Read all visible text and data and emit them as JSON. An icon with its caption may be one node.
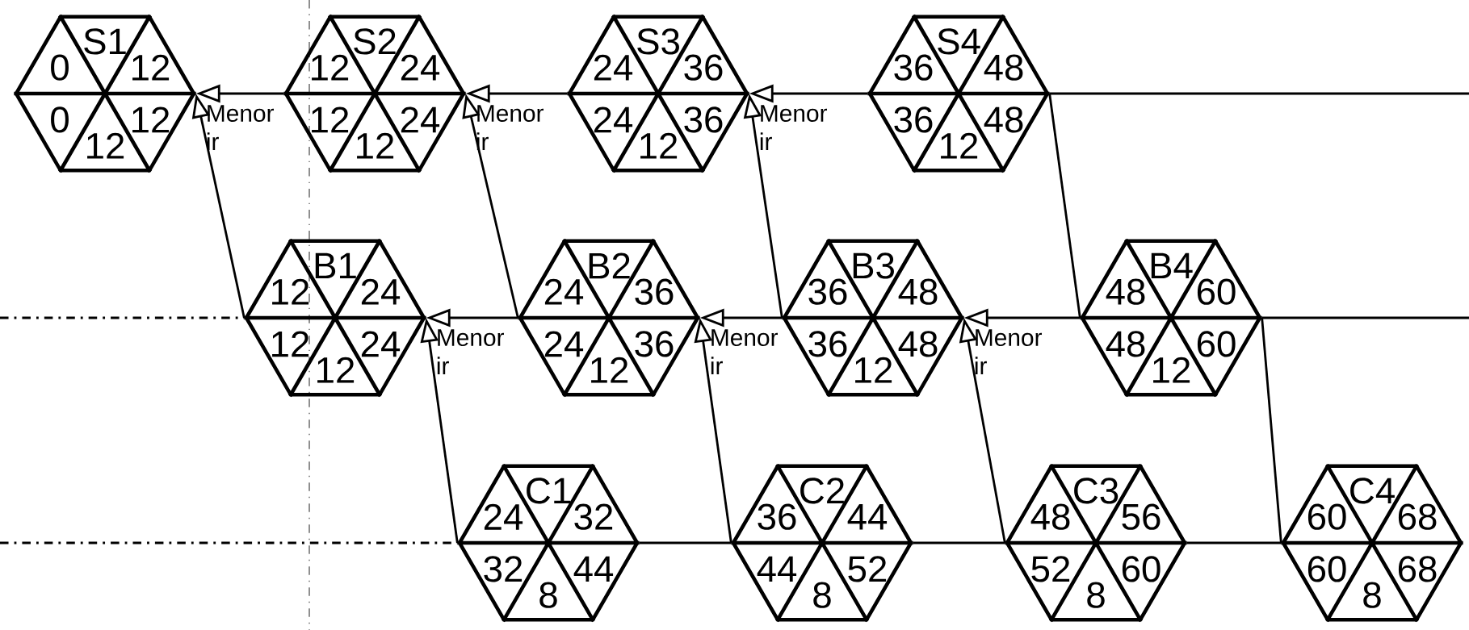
{
  "diagram": {
    "nodes": [
      {
        "text": [
          "0",
          "S1",
          "12",
          "0",
          "12",
          "12"
        ]
      },
      {
        "text": [
          "12",
          "S2",
          "24",
          "12",
          "12",
          "24"
        ]
      },
      {
        "text": [
          "24",
          "S3",
          "36",
          "24",
          "12",
          "36"
        ]
      },
      {
        "text": [
          "36",
          "S4",
          "48",
          "36",
          "12",
          "48"
        ]
      },
      {
        "text": [
          "12",
          "B1",
          "24",
          "12",
          "12",
          "24"
        ]
      },
      {
        "text": [
          "24",
          "B2",
          "36",
          "24",
          "12",
          "36"
        ]
      },
      {
        "text": [
          "36",
          "B3",
          "48",
          "36",
          "12",
          "48"
        ]
      },
      {
        "text": [
          "48",
          "B4",
          "60",
          "48",
          "12",
          "60"
        ]
      },
      {
        "text": [
          "24",
          "C1",
          "32",
          "32",
          "8",
          "44"
        ]
      },
      {
        "text": [
          "36",
          "C2",
          "44",
          "44",
          "8",
          "52"
        ]
      },
      {
        "text": [
          "48",
          "C3",
          "56",
          "52",
          "8",
          "60"
        ]
      },
      {
        "text": [
          "60",
          "C4",
          "68",
          "60",
          "8",
          "68"
        ]
      }
    ],
    "edges": [
      {
        "from": 1,
        "to": 0,
        "arrow": "to"
      },
      {
        "from": 2,
        "to": 1,
        "arrow": "to"
      },
      {
        "from": 3,
        "to": 2,
        "arrow": "to"
      },
      {
        "from": 3,
        "to": null,
        "arrow": "none"
      },
      {
        "from": 4,
        "to": 0,
        "arrow": "to",
        "label": "Menor ir"
      },
      {
        "from": 5,
        "to": 1,
        "arrow": "to",
        "label": "Menor ir"
      },
      {
        "from": 6,
        "to": 2,
        "arrow": "to",
        "label": "Menor ir"
      },
      {
        "from": 7,
        "to": 3,
        "arrow": "none"
      },
      {
        "from": null,
        "to": 4,
        "arrow": "none",
        "style": "dashed"
      },
      {
        "from": 5,
        "to": 4,
        "arrow": "to"
      },
      {
        "from": 6,
        "to": 5,
        "arrow": "to"
      },
      {
        "from": 7,
        "to": 6,
        "arrow": "to"
      },
      {
        "from": 7,
        "to": null,
        "arrow": "none"
      },
      {
        "from": 8,
        "to": 4,
        "arrow": "to",
        "label": "Menor ir"
      },
      {
        "from": 9,
        "to": 5,
        "arrow": "to",
        "label": "Menor ir"
      },
      {
        "from": 10,
        "to": 6,
        "arrow": "to",
        "label": "Menor ir"
      },
      {
        "from": 11,
        "to": 7,
        "arrow": "none"
      },
      {
        "from": null,
        "to": 8,
        "arrow": "none",
        "style": "dashed"
      },
      {
        "from": 8,
        "to": 9,
        "arrow": "none"
      },
      {
        "from": 9,
        "to": 10,
        "arrow": "none"
      },
      {
        "from": 10,
        "to": 11,
        "arrow": "none"
      }
    ]
  }
}
